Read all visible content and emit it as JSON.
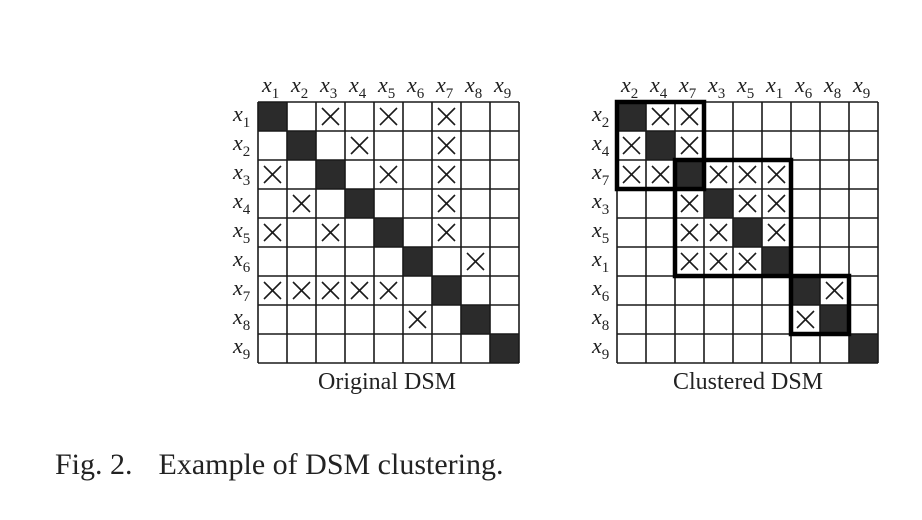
{
  "original": {
    "title": "Original DSM",
    "variable": "x",
    "col_labels": [
      "1",
      "2",
      "3",
      "4",
      "5",
      "6",
      "7",
      "8",
      "9"
    ],
    "row_labels": [
      "1",
      "2",
      "3",
      "4",
      "5",
      "6",
      "7",
      "8",
      "9"
    ],
    "marks": [
      [
        1,
        3
      ],
      [
        1,
        5
      ],
      [
        1,
        7
      ],
      [
        2,
        4
      ],
      [
        2,
        7
      ],
      [
        3,
        1
      ],
      [
        3,
        5
      ],
      [
        3,
        7
      ],
      [
        4,
        2
      ],
      [
        4,
        7
      ],
      [
        5,
        1
      ],
      [
        5,
        3
      ],
      [
        5,
        7
      ],
      [
        6,
        8
      ],
      [
        7,
        1
      ],
      [
        7,
        2
      ],
      [
        7,
        3
      ],
      [
        7,
        4
      ],
      [
        7,
        5
      ],
      [
        8,
        6
      ]
    ]
  },
  "clustered": {
    "title": "Clustered DSM",
    "variable": "x",
    "col_labels": [
      "2",
      "4",
      "7",
      "3",
      "5",
      "1",
      "6",
      "8",
      "9"
    ],
    "row_labels": [
      "2",
      "4",
      "7",
      "3",
      "5",
      "1",
      "6",
      "8",
      "9"
    ],
    "marks": [
      [
        1,
        2
      ],
      [
        1,
        3
      ],
      [
        2,
        1
      ],
      [
        2,
        3
      ],
      [
        3,
        1
      ],
      [
        3,
        2
      ],
      [
        3,
        4
      ],
      [
        3,
        5
      ],
      [
        3,
        6
      ],
      [
        4,
        3
      ],
      [
        4,
        5
      ],
      [
        4,
        6
      ],
      [
        5,
        3
      ],
      [
        5,
        4
      ],
      [
        5,
        6
      ],
      [
        6,
        3
      ],
      [
        6,
        4
      ],
      [
        6,
        5
      ],
      [
        7,
        8
      ],
      [
        8,
        7
      ]
    ],
    "clusters": [
      [
        1,
        3
      ],
      [
        3,
        6
      ],
      [
        7,
        8
      ]
    ]
  },
  "colors": {
    "diagonal": "#2b2b2b",
    "grid": "#1a1a1a",
    "text": "#222222"
  },
  "caption": {
    "label": "Fig. 2.",
    "text": "Example of DSM clustering."
  }
}
